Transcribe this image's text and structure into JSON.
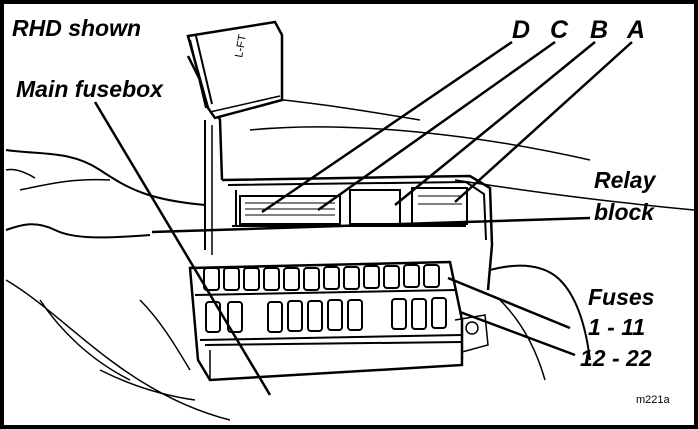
{
  "labels": {
    "rhd": "RHD shown",
    "main_fusebox": "Main fusebox",
    "relay_line1": "Relay",
    "relay_line2": "block",
    "fuses_title": "Fuses",
    "fuses_range1": "1 - 11",
    "fuses_range2": "12 - 22",
    "lid_marking": "L-FT",
    "figure_code": "m221a"
  },
  "relay_letters": [
    "D",
    "C",
    "B",
    "A"
  ],
  "colors": {
    "ink": "#000000",
    "paper": "#ffffff"
  }
}
